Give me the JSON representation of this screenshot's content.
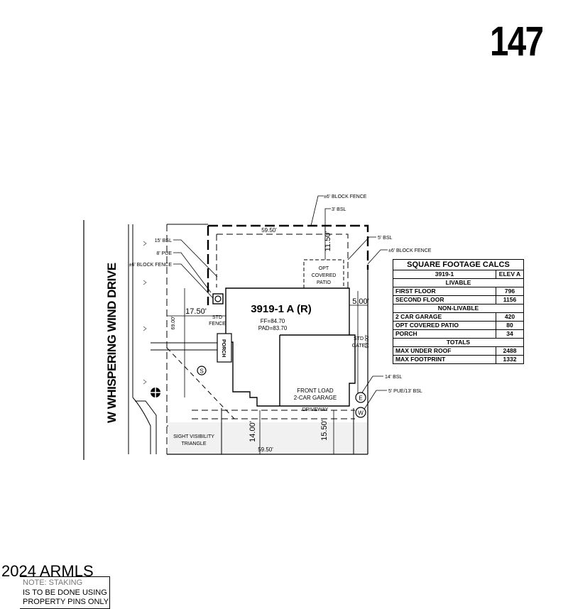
{
  "lot_number": "147",
  "street_name": "W WHISPERING WIND DRIVE",
  "plan": {
    "plan_label": "3919-1 A (R)",
    "ff": "FF=84.70",
    "pad": "PAD=83.70",
    "garage_line1": "FRONT LOAD",
    "garage_line2": "2-CAR GARAGE",
    "driveway": "DRIVEWAY",
    "patio_line1": "OPT",
    "patio_line2": "COVERED",
    "patio_line3": "PATIO",
    "porch": "PORCH",
    "std_fence_line1": "STD",
    "std_fence_line2": "FENCE",
    "std_gate_line1": "STD",
    "std_gate_line2": "GATE",
    "sight_line1": "SIGHT VISIBILITY",
    "sight_line2": "TRIANGLE"
  },
  "callouts": {
    "block_fence_top": "±6' BLOCK FENCE",
    "bsl_3": "3' BSL",
    "bsl_5": "5' BSL",
    "block_fence_right": "±6' BLOCK FENCE",
    "bsl_15": "15' BSL",
    "pue_8": "8' PUE",
    "block_fence_left": "±6' BLOCK FENCE",
    "bsl_14": "14' BSL",
    "pue_bsl": "5' PUE/13' BSL"
  },
  "dimensions": {
    "width_top": "59.50'",
    "rear_setback": "11.50'",
    "side_right": "5.00'",
    "side_left": "17.50'",
    "depth_left": "69.00'",
    "depth_right": "69.00'",
    "front_setback_left": "14.00'",
    "front_setback_right": "15.50'",
    "width_bottom": "59.50'"
  },
  "symbols": {
    "sewer": "S",
    "electric": "E",
    "water": "W"
  },
  "sqft_table": {
    "title": "SQUARE FOOTAGE CALCS",
    "col1": "3919-1",
    "col2": "ELEV A",
    "livable_header": "LIVABLE",
    "rows_livable": [
      {
        "label": "FIRST FLOOR",
        "value": "796"
      },
      {
        "label": "SECOND FLOOR",
        "value": "1156"
      }
    ],
    "nonlivable_header": "NON-LIVABLE",
    "rows_nonlivable": [
      {
        "label": "2 CAR GARAGE",
        "value": "420"
      },
      {
        "label": "OPT COVERED PATIO",
        "value": "80"
      },
      {
        "label": "PORCH",
        "value": "34"
      }
    ],
    "totals_header": "TOTALS",
    "rows_totals": [
      {
        "label": "MAX UNDER ROOF",
        "value": "2488"
      },
      {
        "label": "MAX FOOTPRINT",
        "value": "1332"
      }
    ]
  },
  "note": {
    "line1": "NOTE: STAKING",
    "line2": "IS TO BE DONE USING",
    "line3": "PROPERTY PINS ONLY"
  },
  "watermark": "2024 ARMLS"
}
